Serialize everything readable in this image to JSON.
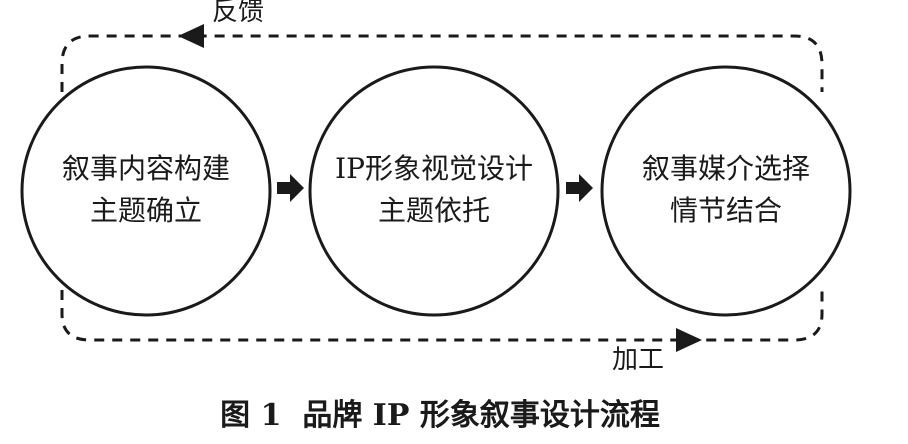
{
  "diagram": {
    "nodes": [
      {
        "id": "node-1",
        "lines": [
          "叙事内容构建",
          "主题确立"
        ]
      },
      {
        "id": "node-2",
        "lines": [
          "IP形象视觉设计",
          "主题依托"
        ]
      },
      {
        "id": "node-3",
        "lines": [
          "叙事媒介选择",
          "情节结合"
        ]
      }
    ],
    "loops": {
      "top_label": "反馈",
      "bottom_label": "加工"
    },
    "caption": "图 1  品牌 IP 形象叙事设计流程"
  }
}
